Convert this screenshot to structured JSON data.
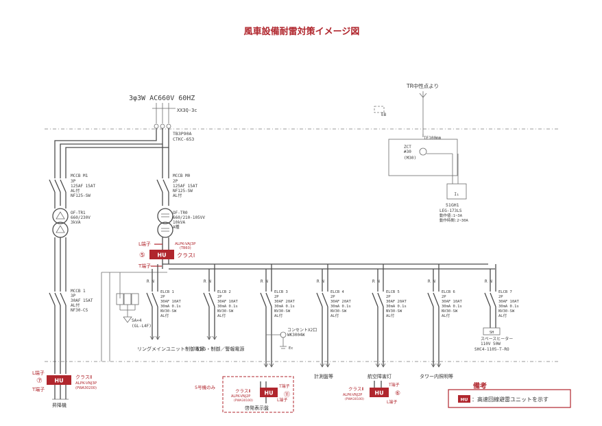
{
  "title": "風車設備耐雷対策イメージ図",
  "source": {
    "spec": "3φ3W AC660V 60HZ",
    "cable": "XX3Q-3c"
  },
  "tr_ground": {
    "label": "TR中性点より",
    "eb": "EB",
    "ground": "IE100mm",
    "zct": "ZCT",
    "zct_model": "#30",
    "zct_size": "(M30)",
    "relay": "51GH1",
    "relay_model": "LEG-173LS",
    "relay_setting1": "動作値:1~3A",
    "relay_setting2": "動作時間:2~30A"
  },
  "terminal_block": {
    "model": "TB3P90A",
    "code": "CTKC-653"
  },
  "mccb_m1": {
    "name": "MCCB M1",
    "lines": [
      "3P",
      "125AF 15AT",
      "AL付",
      "NF125-SW"
    ]
  },
  "mccb_m0": {
    "name": "MCCB M0",
    "lines": [
      "2P",
      "125AF 15AT",
      "NF125-SW",
      "AL付"
    ]
  },
  "tr1": {
    "name": "OF-TR1",
    "lines": [
      "660/230V",
      "3kVA"
    ]
  },
  "tr0": {
    "name": "OF-TR0",
    "lines": [
      "660/210-105VV",
      "10kVA",
      "A種"
    ]
  },
  "mccb_1": {
    "name": "MCCB 1",
    "lines": [
      "3P",
      "30AF 15AT",
      "AL付",
      "NF30-CS"
    ]
  },
  "elcbs": [
    {
      "name": "ELCB 1",
      "lines": [
        "2P",
        "30AF 10AT",
        "30mA 0.1s",
        "NV30-SW",
        "AL付"
      ]
    },
    {
      "name": "ELCB 2",
      "lines": [
        "2P",
        "30AF 10AT",
        "30mA 0.1s",
        "NV30-SW",
        "AL付"
      ]
    },
    {
      "name": "ELCB 3",
      "lines": [
        "2P",
        "30AF 20AT",
        "30mA 0.1s",
        "NV30-SW",
        "AL付"
      ]
    },
    {
      "name": "ELCB 4",
      "lines": [
        "2P",
        "30AF 20AT",
        "30mA 0.1s",
        "NV30-SW",
        "AL付"
      ]
    },
    {
      "name": "ELCB 5",
      "lines": [
        "2P",
        "30AF 20AT",
        "30mA 0.1s",
        "NV30-SW",
        "AL付"
      ]
    },
    {
      "name": "ELCB 6",
      "lines": [
        "2P",
        "30AF 10AT",
        "30mA 0.1s",
        "NV30-SW",
        "AL付"
      ]
    },
    {
      "name": "ELCB 7",
      "lines": [
        "2P",
        "30AF 10AT",
        "30mA 0.1s",
        "NV30-SW",
        "AL付"
      ]
    }
  ],
  "spd": {
    "name": "SA×4",
    "model": "(GL-L4F)"
  },
  "outlet": {
    "label": "コンセントX2口",
    "model": "WK3004W",
    "ground": "Ec"
  },
  "heater": {
    "name": "SH",
    "lines": [
      "スペースヒーター",
      "110V 50W",
      "SHC4-1105-T-RO"
    ]
  },
  "loads": {
    "yaw": "リングメインユニット制御電源",
    "sig": "51G・制御／警報電源",
    "panel": "啓発表示盤",
    "meter": "計測盤等",
    "aviation": "航空障害灯",
    "tower": "タワー内照明等",
    "lift": "昇降機"
  },
  "hu_units": [
    {
      "num": "⑤",
      "label": "HU",
      "cls": "クラスⅠ",
      "model": "ALPK-VAJ3P",
      "code": "(TB60)",
      "l_term": "L端子",
      "t_term": "T端子"
    },
    {
      "num": "⑦",
      "label": "HU",
      "cls": "クラスⅡ",
      "model": "ALPK-VNJ3P",
      "code": "(PWA30200)",
      "l_term": "L端子",
      "t_term": "T端子"
    },
    {
      "num": "⑪",
      "label": "HU",
      "cls": "クラスⅡ",
      "model": "ALPK-VNJ2P",
      "code": "(PWA30100)",
      "l_term": "L端子",
      "t_term": "T端子",
      "note": "5号機のみ"
    },
    {
      "num": "⑥",
      "label": "HU",
      "cls": "クラスⅡ",
      "model": "ALPK-VNJ2P",
      "code": "(PWA30100)",
      "l_term": "L端子",
      "t_term": "T端子"
    }
  ],
  "legend": {
    "title": "備考",
    "hu": "HU",
    "desc": "：高速回線避雷ユニットを示す"
  },
  "colors": {
    "accent": "#b0262d",
    "line": "#4a4a4a",
    "background": "#ffffff"
  }
}
